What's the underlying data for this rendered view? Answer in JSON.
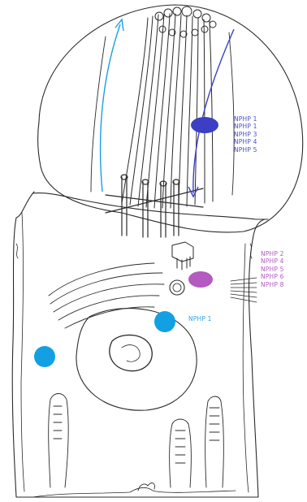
{
  "diagram": {
    "colors": {
      "ink": "#2a2a2a",
      "cilium_blue_arrow": "#1ba0e0",
      "cilium_dark_arrow": "#3a3fc4",
      "dot_dark_blue": "#3a3fc4",
      "dot_purple": "#b45ac0",
      "dot_cyan": "#12a0e2"
    },
    "label_groups": [
      {
        "id": "cilium",
        "color": "#4a4fc8",
        "lines": [
          "NPHP 1",
          "NPHP 1",
          "NPHP 3",
          "NPHP 4",
          "NPHP 5"
        ]
      },
      {
        "id": "basal-body",
        "color": "#b25ac0",
        "lines": [
          "NPHP 2",
          "NPHP 4",
          "NPHP 5",
          "NPHP 6",
          "NPHP 8"
        ]
      },
      {
        "id": "junction",
        "color": "#29a3e0",
        "lines": [
          "NPHP 1"
        ]
      }
    ]
  }
}
